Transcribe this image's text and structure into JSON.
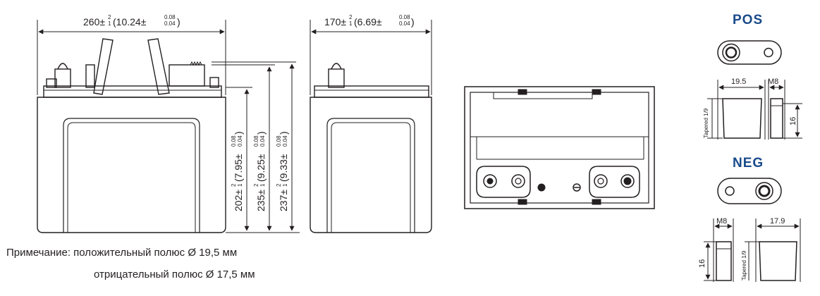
{
  "front": {
    "width_main": "260±",
    "width_tol_hi": "2",
    "width_tol_lo": "1",
    "width_inch_open": "(10.24±",
    "width_inch_hi": "0.08",
    "width_inch_lo": "0.04",
    "width_close": ")",
    "h1": "202±",
    "h1_tol_hi": "2",
    "h1_tol_lo": "1",
    "h1_inch_open": "(7.95±",
    "h1_inch_hi": "0.08",
    "h1_inch_lo": "0.04",
    "h2": "235±",
    "h2_tol_hi": "2",
    "h2_tol_lo": "1",
    "h2_inch_open": "(9.25±",
    "h2_inch_hi": "0.08",
    "h2_inch_lo": "0.04",
    "h3": "237±",
    "h3_tol_hi": "2",
    "h3_tol_lo": "1",
    "h3_inch_open": "(9.33±",
    "h3_inch_hi": "0.08",
    "h3_inch_lo": "0.04",
    "close": ")"
  },
  "side": {
    "width_main": "170±",
    "width_tol_hi": "2",
    "width_tol_lo": "1",
    "width_inch_open": "(6.69±",
    "width_inch_hi": "0.08",
    "width_inch_lo": "0.04",
    "width_close": ")"
  },
  "terminals": {
    "pos_label": "POS",
    "neg_label": "NEG",
    "pos_diameter": "19.5",
    "pos_thread": "M8",
    "pos_height": "16",
    "pos_tapered": "Tapered 1/9",
    "neg_diameter": "17.9",
    "neg_thread": "M8",
    "neg_height": "16",
    "neg_tapered": "Tapered 1/9"
  },
  "note": {
    "label": "Примечание:",
    "line1": "положительный полюс Ø 19,5 мм",
    "line2": "отрицательный полюс Ø 17,5 мм"
  }
}
